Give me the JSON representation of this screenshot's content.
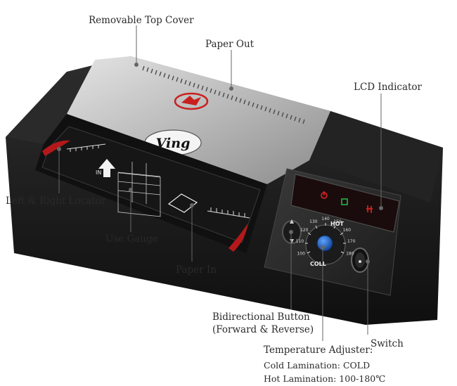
{
  "labels": {
    "top_cover": "Removable Top Cover",
    "paper_out": "Paper Out",
    "lcd_indicator": "LCD Indicator",
    "locator": "Left & Right Locator",
    "use_gauge": "Use Gauge",
    "paper_in": "Paper In",
    "bidirectional_line1": "Bidirectional Button",
    "bidirectional_line2": "(Forward & Reverse)",
    "switch": "Switch",
    "temperature": "Temperature Adjuster:",
    "cold": "Cold Lamination: COLD",
    "hot": "Hot Lamination: 100-180℃"
  },
  "machine": {
    "brand": "Ving",
    "tray_word": "IN",
    "dial_hot": "HOT",
    "dial_cold": "COLL",
    "dial_marks": [
      "100",
      "110",
      "120",
      "130",
      "140",
      "150",
      "160",
      "170",
      "180"
    ]
  },
  "colors": {
    "body": "#1c1c1c",
    "cover": "#b9b9b9",
    "accent": "#c8201f",
    "knob": "#1e66c8"
  }
}
